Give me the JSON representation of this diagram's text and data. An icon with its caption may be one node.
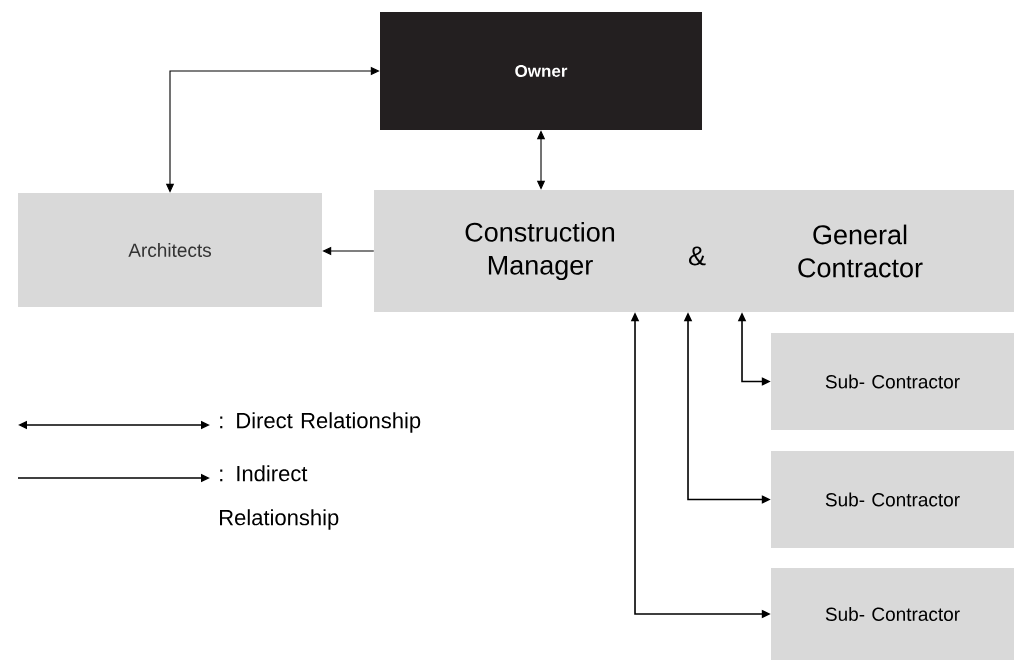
{
  "diagram": {
    "nodes": [
      {
        "text": [
          "Owner"
        ]
      },
      {
        "text": [
          "Architects"
        ]
      },
      {
        "text": [
          "Construction Manager",
          "&",
          "General Contractor"
        ]
      },
      {
        "text": [
          "Sub- Contractor"
        ]
      },
      {
        "text": [
          "Sub- Contractor"
        ]
      },
      {
        "text": [
          "Sub- Contractor"
        ]
      }
    ],
    "edges": [
      {
        "from": 1,
        "to": 0,
        "arrow": "both"
      },
      {
        "from": 0,
        "to": 2,
        "arrow": "both"
      },
      {
        "from": 2,
        "to": 1,
        "arrow": "to"
      },
      {
        "from": 2,
        "to": 3,
        "arrow": "both"
      },
      {
        "from": 2,
        "to": 4,
        "arrow": "both"
      },
      {
        "from": 2,
        "to": 5,
        "arrow": "both"
      }
    ],
    "legend": [
      {
        "text": ": Direct Relationship"
      },
      {
        "text": ": Indirect Relationship"
      }
    ]
  }
}
